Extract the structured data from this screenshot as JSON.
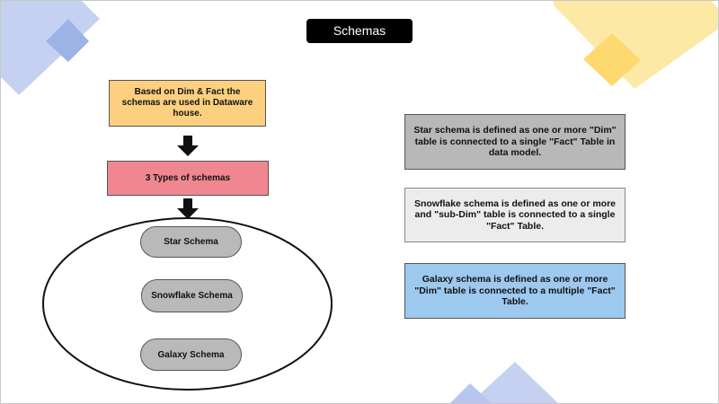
{
  "title": "Schemas",
  "flow": {
    "intro": "Based on Dim & Fact the schemas are used in Dataware house.",
    "types": "3 Types of schemas",
    "schemas": [
      "Star Schema",
      "Snowflake Schema",
      "Galaxy Schema"
    ]
  },
  "descriptions": {
    "star": "Star schema is defined as one or more \"Dim\" table is connected to a single \"Fact\" Table in data model.",
    "snowflake": "Snowflake schema is defined as one or more and \"sub-Dim\" table is connected to a single \"Fact\" Table.",
    "galaxy": "Galaxy schema is defined as one or more \"Dim\" table is connected to a multiple \"Fact\" Table."
  },
  "colors": {
    "intro": "#fcd07f",
    "types": "#ef8690",
    "schema_pill": "#b9b9b9",
    "star_desc": "#b8b8b8",
    "snowflake_desc": "#ececec",
    "galaxy_desc": "#9ec9ef",
    "deco_blue": "#aebfe8",
    "deco_yellow": "#fde79a"
  }
}
